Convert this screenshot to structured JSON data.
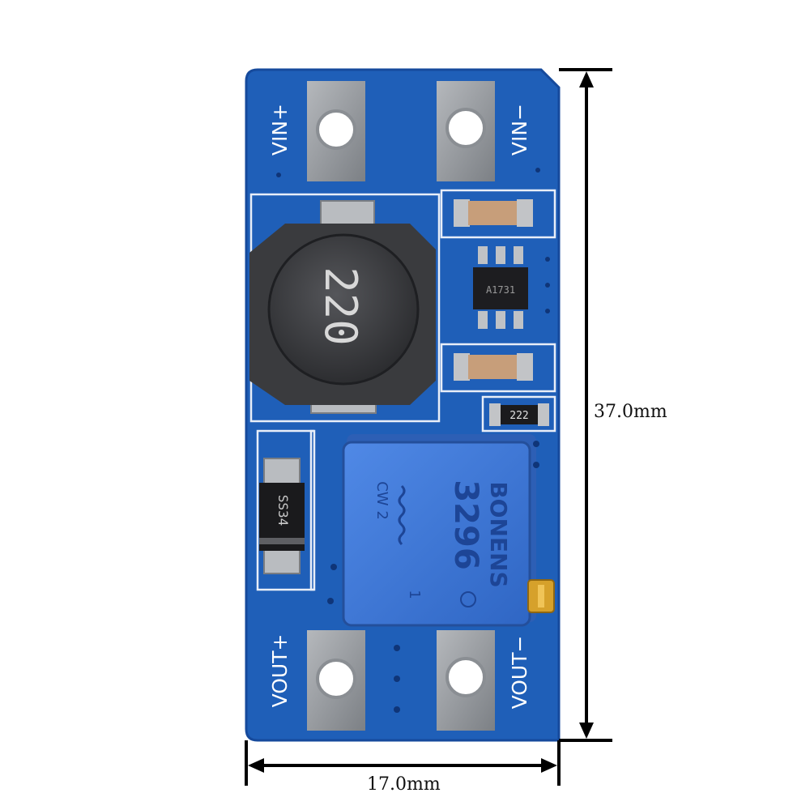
{
  "image": {
    "description": "Photo of a small blue DC-DC boost converter PCB module with dimension annotations",
    "colors": {
      "pcb": "#1f5fb8",
      "pcb_dark": "#16489a",
      "pad": "#9a9ea3",
      "potentiometer": "#3f78d8",
      "inductor": "#3d3d3f",
      "silkscreen": "#ffffff"
    }
  },
  "dimensions": {
    "height_label": "37.0mm",
    "width_label": "17.0mm"
  },
  "board": {
    "silkscreen": {
      "vin_plus": "VIN+",
      "vin_minus": "VIN−",
      "vout_plus": "VOUT+",
      "vout_minus": "VOUT−"
    },
    "inductor_marking": "220",
    "ic_marking": "A1731",
    "resistor_marking": "222",
    "diode_marking": "SS34",
    "potentiometer": {
      "brand": "BONENS",
      "model": "3296",
      "side_text": "CW 2",
      "pin_text": "1"
    }
  }
}
